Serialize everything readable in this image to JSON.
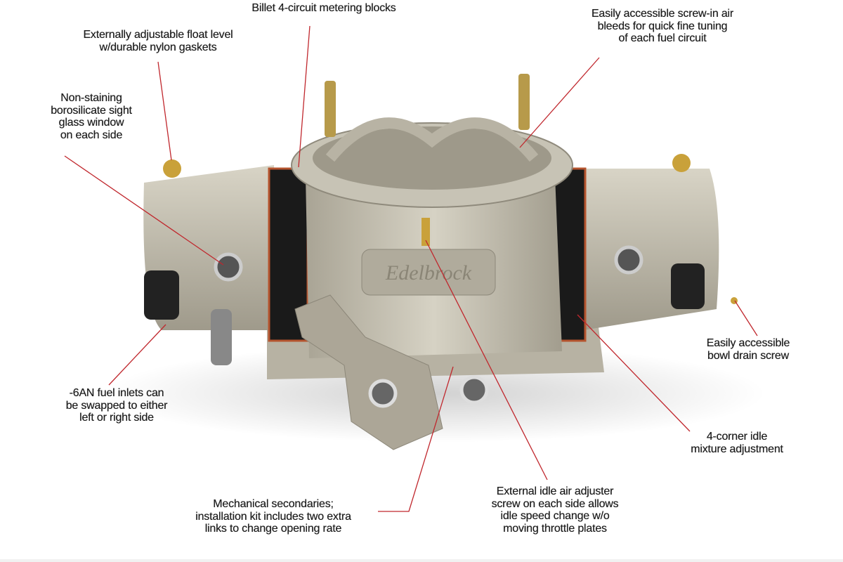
{
  "callouts": {
    "metering_blocks": [
      "Billet 4-circuit metering blocks"
    ],
    "float_level": [
      "Externally adjustable float level",
      "w/durable nylon gaskets"
    ],
    "sight_glass": [
      "Non-staining",
      "borosilicate sight",
      "glass window",
      "on each side"
    ],
    "air_bleeds": [
      "Easily accessible screw-in air",
      "bleeds for quick fine tuning",
      "of each fuel circuit"
    ],
    "fuel_inlets": [
      "-6AN fuel inlets can",
      "be swapped to either",
      "left or right side"
    ],
    "bowl_drain": [
      "Easily accessible",
      "bowl drain screw"
    ],
    "idle_mixture": [
      "4-corner idle",
      "mixture adjustment"
    ],
    "idle_air": [
      "External idle air adjuster",
      "screw on each side allows",
      "idle speed change w/o",
      "moving throttle plates"
    ],
    "secondaries": [
      "Mechanical secondaries;",
      "installation kit includes two extra",
      "links to change opening rate"
    ]
  },
  "product": {
    "logo_text": "Edelbrock"
  },
  "colors": {
    "leader_line": "#c0272d",
    "body": "#bdb8a8",
    "block": "#1a1a1a",
    "gasket": "#b5542e",
    "brass": "#c9a13a"
  }
}
